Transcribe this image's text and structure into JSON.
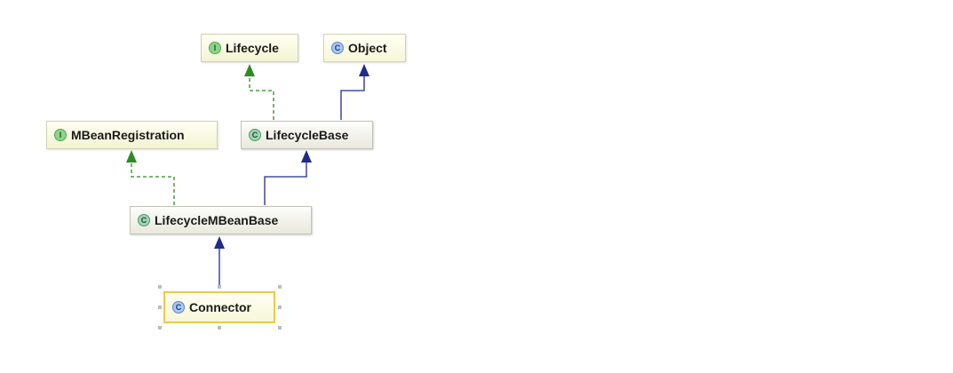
{
  "diagram": {
    "nodes": [
      {
        "id": "lifecycle",
        "label": "Lifecycle",
        "kind": "interface",
        "badge": "I"
      },
      {
        "id": "object",
        "label": "Object",
        "kind": "class",
        "badge": "C"
      },
      {
        "id": "mbeanregistration",
        "label": "MBeanRegistration",
        "kind": "interface",
        "badge": "I"
      },
      {
        "id": "lifecyclebase",
        "label": "LifecycleBase",
        "kind": "abstract-class",
        "badge": "C"
      },
      {
        "id": "lifecyclembeanbase",
        "label": "LifecycleMBeanBase",
        "kind": "abstract-class",
        "badge": "C"
      },
      {
        "id": "connector",
        "label": "Connector",
        "kind": "class",
        "badge": "C",
        "selected": true
      }
    ],
    "edges": [
      {
        "from": "lifecyclebase",
        "to": "lifecycle",
        "relation": "implements"
      },
      {
        "from": "lifecyclebase",
        "to": "object",
        "relation": "extends"
      },
      {
        "from": "lifecyclembeanbase",
        "to": "mbeanregistration",
        "relation": "implements"
      },
      {
        "from": "lifecyclembeanbase",
        "to": "lifecyclebase",
        "relation": "extends"
      },
      {
        "from": "connector",
        "to": "lifecyclembeanbase",
        "relation": "extends"
      }
    ],
    "colors": {
      "implements": "#2e8b22",
      "extends": "#1e2b8c",
      "selection": "#ecc94a"
    }
  }
}
